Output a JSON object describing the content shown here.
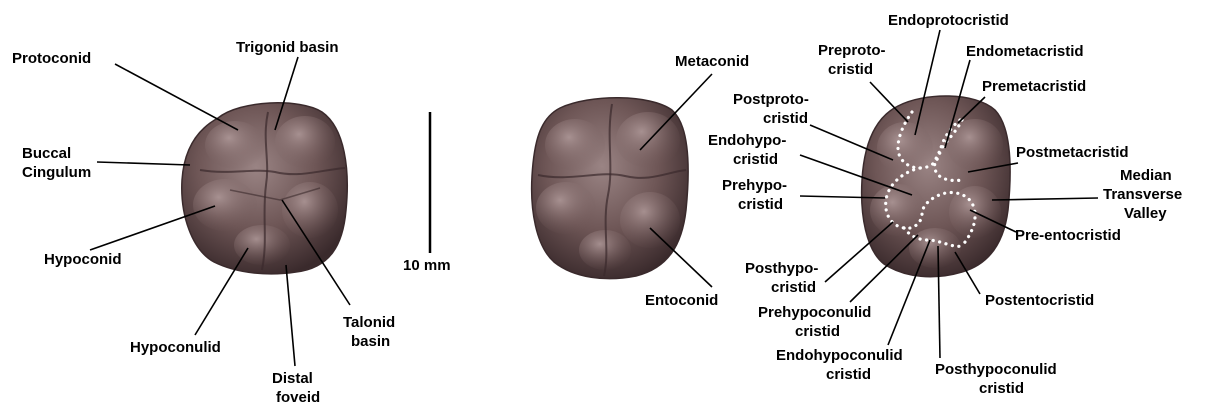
{
  "specimens": {
    "left": {
      "labels": {
        "protoconid": "Protoconid",
        "trigonid_basin": "Trigonid basin",
        "buccal_cingulum": [
          "Buccal",
          "Cingulum"
        ],
        "hypoconid": "Hypoconid",
        "hypoconulid": "Hypoconulid",
        "distal_foveid": [
          "Distal",
          "foveid"
        ],
        "talonid_basin": [
          "Talonid",
          "basin"
        ]
      }
    },
    "middle": {
      "labels": {
        "metaconid": "Metaconid",
        "entoconid": "Entoconid"
      }
    },
    "right": {
      "labels": {
        "endoprotocristid": "Endoprotocristid",
        "preprotocristid": [
          "Preproto-",
          "cristid"
        ],
        "endometacristid": "Endometacristid",
        "premetacristid": "Premetacristid",
        "postprotocristid": [
          "Postproto-",
          "cristid"
        ],
        "endohypocristid": [
          "Endohypo-",
          "cristid"
        ],
        "postmetacristid": "Postmetacristid",
        "median_transverse_valley": [
          "Median",
          "Transverse",
          "Valley"
        ],
        "prehypocristid": [
          "Prehypo-",
          "cristid"
        ],
        "pre_entocristid": "Pre-entocristid",
        "posthypocristid": [
          "Posthypo-",
          "cristid"
        ],
        "prehypoconulid_cristid": [
          "Prehypoconulid",
          "cristid"
        ],
        "postentocristid": "Postentocristid",
        "endohypoconulid_cristid": [
          "Endohypoconulid",
          "cristid"
        ],
        "posthypoconulid_cristid": [
          "Posthypoconulid",
          "cristid"
        ]
      }
    }
  },
  "scale_bar": {
    "label": "10 mm"
  },
  "colors": {
    "tooth_base": "#6e5656",
    "tooth_light": "#9a8484",
    "tooth_dark": "#3a2a2c",
    "crista_dots": "#ffffff",
    "text": "#000000",
    "leader_lines": "#000000"
  }
}
